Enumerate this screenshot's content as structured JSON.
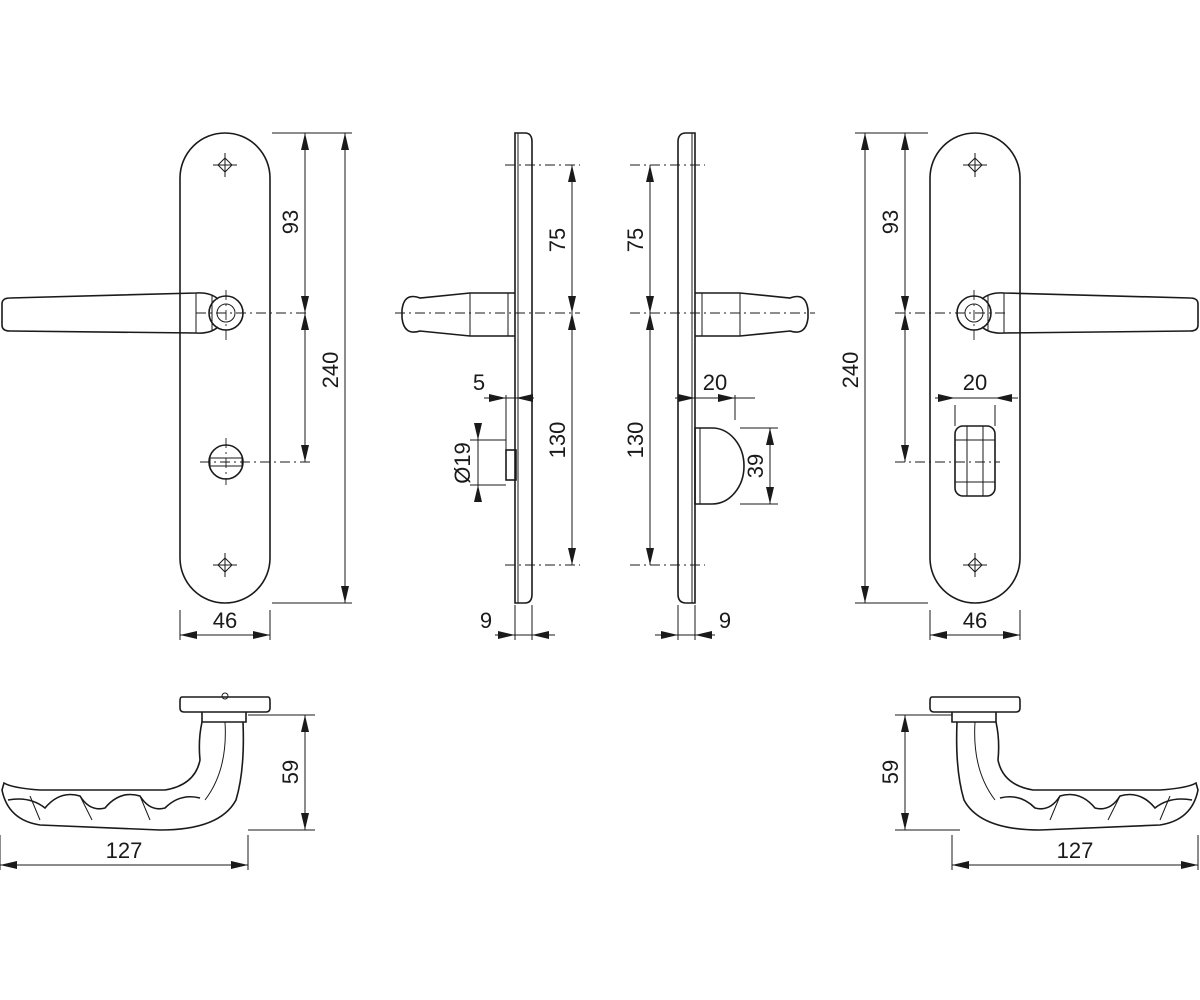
{
  "dimensions": {
    "left_front": {
      "width": "46",
      "upper": "93",
      "total": "240"
    },
    "left_side": {
      "upper": "75",
      "lower": "130",
      "depth": "9",
      "turn_offset": "5",
      "turn_diameter": "Ø19"
    },
    "right_side": {
      "upper": "75",
      "lower": "130",
      "depth": "9",
      "turn_offset": "20",
      "turn_height": "39"
    },
    "right_front": {
      "width": "46",
      "upper": "93",
      "total": "240",
      "turn_width": "20"
    },
    "left_handle": {
      "height": "59",
      "length": "127"
    },
    "right_handle": {
      "height": "59",
      "length": "127"
    }
  }
}
